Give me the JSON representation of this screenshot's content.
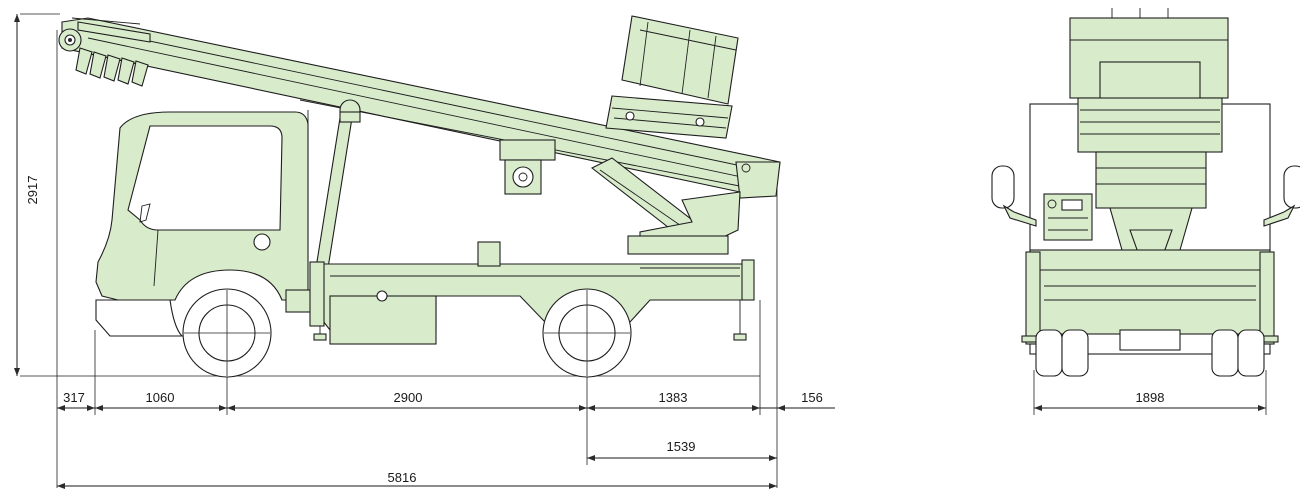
{
  "dimensions": {
    "height_total": "2917",
    "front_overhang": "317",
    "cab_to_front_axle": "1060",
    "wheelbase": "2900",
    "rear_axle_to_outrigger": "1383",
    "rear_extension": "156",
    "rear_axle_to_boom_end": "1539",
    "overall_length": "5816",
    "overall_width": "1898"
  },
  "colors": {
    "machine_fill": "#d8ebcb",
    "outline": "#1e1e1e",
    "background": "#ffffff"
  }
}
